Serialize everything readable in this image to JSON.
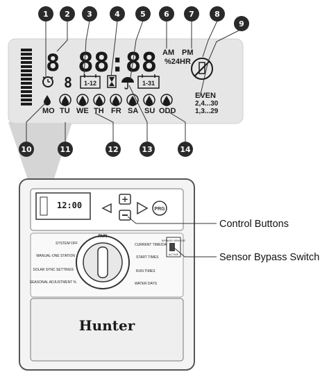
{
  "lcd": {
    "big_digit": "8",
    "time": "88:88",
    "small_digit": "8",
    "am": "AM",
    "pm": "PM",
    "hr24": "%24HR",
    "month_box": "1-12",
    "date_box": "1-31",
    "even": "EVEN",
    "even_days": "2,4...30",
    "odd": "ODD",
    "odd_days": "1,3...29",
    "days": [
      "MO",
      "TU",
      "WE",
      "TH",
      "FR",
      "SA",
      "SU"
    ]
  },
  "markers": [
    "1",
    "2",
    "3",
    "4",
    "5",
    "6",
    "7",
    "8",
    "9",
    "10",
    "11",
    "12",
    "13",
    "14"
  ],
  "controller": {
    "display_time": "12:00",
    "prg_label": "PRG",
    "brand": "Hunter",
    "dial_top": "RUN",
    "left_labels": [
      "SYSTEM OFF",
      "MANUAL-ONE STATION",
      "SOLAR SYNC SETTINGS",
      "SEASONAL ADJUSTMENT %"
    ],
    "right_labels": [
      "CURRENT TIME/DAY",
      "START TIMES",
      "RUN TIMES",
      "WATER DAYS"
    ],
    "sensor_labels": [
      "BYPASS SENSOR",
      "ACTIVE"
    ]
  },
  "callouts": {
    "control_buttons": "Control Buttons",
    "sensor_bypass": "Sensor Bypass Switch"
  },
  "colors": {
    "marker_fill": "#2a2a2a",
    "lcd_bg": "#e6e6e6",
    "ink": "#1a1a1a"
  }
}
